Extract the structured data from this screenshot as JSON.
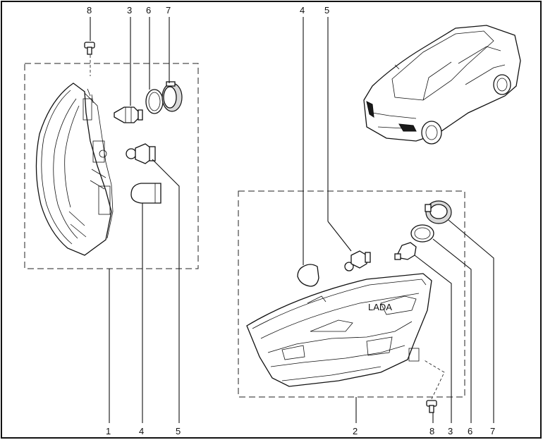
{
  "labels": {
    "top_left": [
      "8",
      "3",
      "6",
      "7"
    ],
    "top_right": [
      "4",
      "5"
    ],
    "bottom_left": [
      "1",
      "4",
      "5"
    ],
    "bottom_right": [
      "2",
      "8",
      "3",
      "6",
      "7"
    ]
  },
  "colors": {
    "line": "#111111",
    "highlight": "#1a1a1a",
    "background": "#ffffff"
  }
}
